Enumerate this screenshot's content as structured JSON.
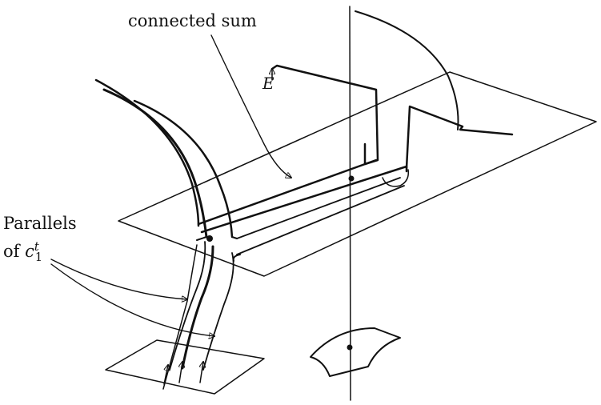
{
  "labels": {
    "connected_sum": "connected sum",
    "parallels_line1": "Parallels",
    "parallels_of": "of",
    "c_symbol": "c",
    "c_sub": "1",
    "c_sup": "t",
    "e_label": "E"
  }
}
